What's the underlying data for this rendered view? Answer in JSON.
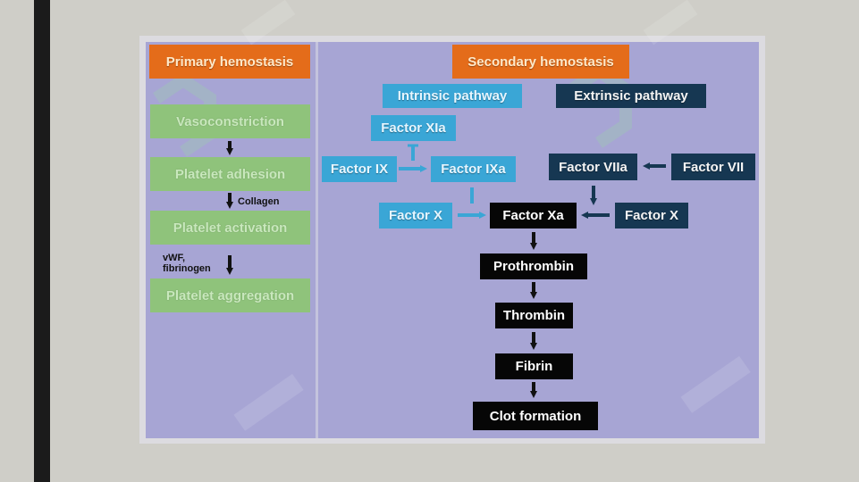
{
  "primary": {
    "title": "Primary hemostasis",
    "steps": [
      "Vasoconstriction",
      "Platelet adhesion",
      "Platelet activation",
      "Platelet aggregation"
    ],
    "labels": {
      "collagen": "Collagen",
      "vwf": "vWF,",
      "fibrinogen": "fibrinogen"
    }
  },
  "secondary": {
    "title": "Secondary hemostasis",
    "intrinsic": {
      "title": "Intrinsic pathway",
      "factor_xia": "Factor XIa",
      "factor_ix": "Factor IX",
      "factor_ixa": "Factor IXa",
      "factor_x": "Factor X"
    },
    "extrinsic": {
      "title": "Extrinsic pathway",
      "factor_viia": "Factor VIIa",
      "factor_vii": "Factor VII",
      "factor_x": "Factor X"
    },
    "common": {
      "factor_xa": "Factor Xa",
      "prothrombin": "Prothrombin",
      "thrombin": "Thrombin",
      "fibrin": "Fibrin",
      "clot": "Clot formation"
    }
  },
  "colors": {
    "primary_header": "#e46c1a",
    "primary_step": "#8fc37b",
    "intrinsic": "#3aa6d6",
    "extrinsic": "#163752",
    "common": "#060606",
    "panel": "#a7a5d4"
  }
}
